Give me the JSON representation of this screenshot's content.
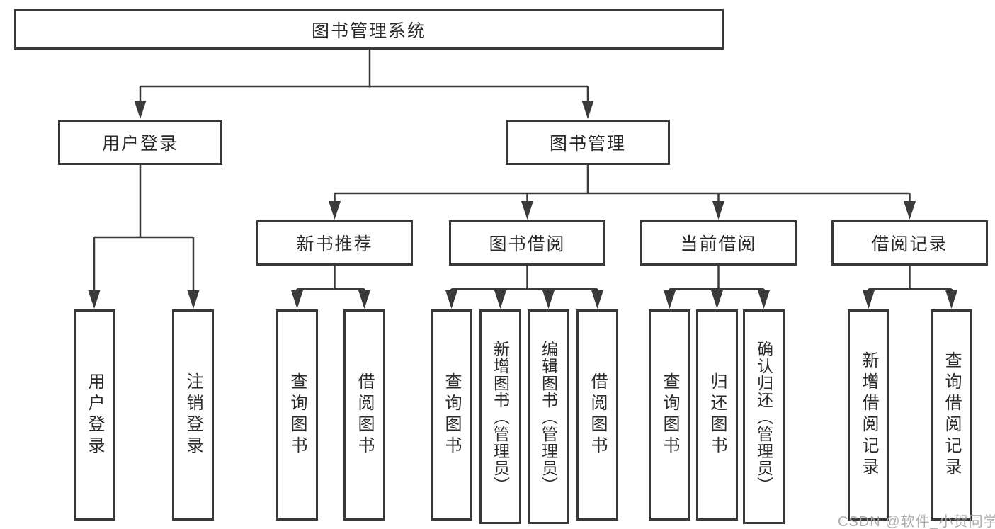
{
  "diagram_title": "图书管理系统",
  "tree": {
    "root": {
      "label": "图书管理系统",
      "children": [
        {
          "label": "用户登录",
          "children": [
            {
              "label": "用户登录"
            },
            {
              "label": "注销登录"
            }
          ]
        },
        {
          "label": "图书管理",
          "children": [
            {
              "label": "新书推荐",
              "children": [
                {
                  "label": "查询图书"
                },
                {
                  "label": "借阅图书"
                }
              ]
            },
            {
              "label": "图书借阅",
              "children": [
                {
                  "label": "查询图书"
                },
                {
                  "label": "新增图书（管理员）"
                },
                {
                  "label": "编辑图书（管理员）"
                },
                {
                  "label": "借阅图书"
                }
              ]
            },
            {
              "label": "当前借阅",
              "children": [
                {
                  "label": "查询图书"
                },
                {
                  "label": "归还图书"
                },
                {
                  "label": "确认归还（管理员）"
                }
              ]
            },
            {
              "label": "借阅记录",
              "children": [
                {
                  "label": "新增借阅记录"
                },
                {
                  "label": "查询借阅记录"
                }
              ]
            }
          ]
        }
      ]
    }
  },
  "watermark": {
    "text": "CSDN @软件_小贺同学"
  },
  "colors": {
    "line": "#3a3a3a",
    "box_border": "#383838",
    "text": "#2a2a2a",
    "box_background": "#ffffff",
    "page_background": "#ffffff",
    "watermark": "#a8a8a8"
  }
}
